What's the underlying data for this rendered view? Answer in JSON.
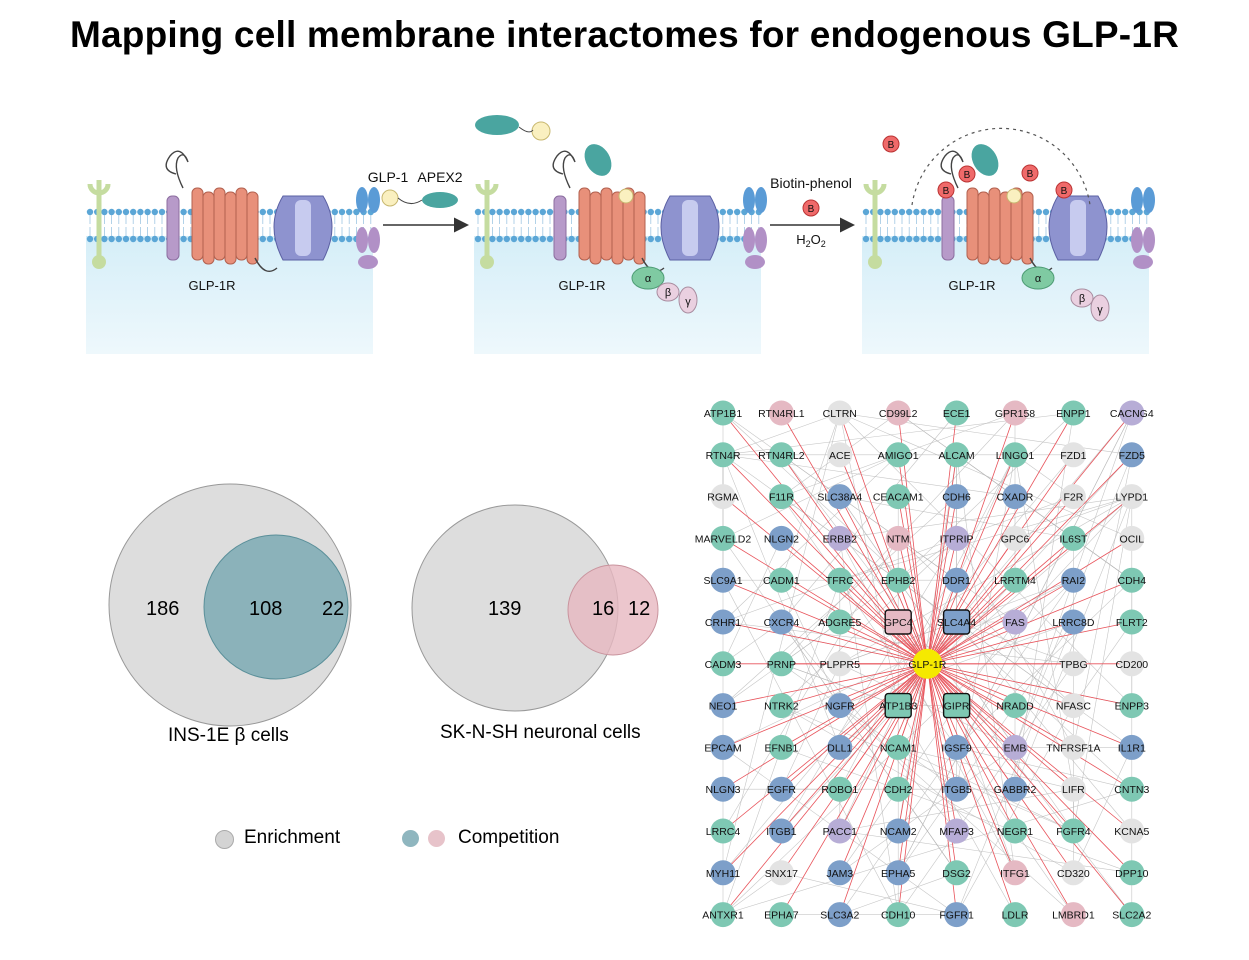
{
  "title": "Mapping cell membrane interactomes for endogenous GLP-1R",
  "schematic": {
    "receptor_label": "GLP-1R",
    "ligand_labels": [
      "GLP-1",
      "APEX2"
    ],
    "reagent_label": "Biotin-phenol",
    "oxidant_label": "H2O2",
    "biotin_glyph": "B",
    "g_protein": [
      "α",
      "β",
      "γ"
    ]
  },
  "venn": [
    {
      "label": "INS-1E β cells",
      "left_only": "186",
      "overlap": "108",
      "right_only": "22",
      "competition_color": "#6fa3ad"
    },
    {
      "label": "SK-N-SH neuronal cells",
      "left_only": "139",
      "overlap": "16",
      "right_only": "12",
      "competition_color": "#e7b8c0"
    }
  ],
  "legend": {
    "enrichment": "Enrichment",
    "competition": "Competition"
  },
  "colors": {
    "enrichment_gray": "#d4d4d4",
    "teal": "#7ec8b3",
    "blue": "#7d9fc9",
    "purple": "#b7add6",
    "pink": "#e5b9c3",
    "lightgray": "#e3e3e3",
    "hub": "#f5e900",
    "edge_red": "#e8525a",
    "edge_gray": "#b8b8b8"
  },
  "network": {
    "hub": "GLP-1R",
    "rows": [
      [
        [
          "ATP1B1",
          "t"
        ],
        [
          "RTN4RL1",
          "p"
        ],
        [
          "CLTRN",
          "g"
        ],
        [
          "CD99L2",
          "p"
        ],
        [
          "ECE1",
          "t"
        ],
        [
          "GPR158",
          "p"
        ],
        [
          "ENPP1",
          "t"
        ],
        [
          "CACNG4",
          "v"
        ]
      ],
      [
        [
          "RTN4R",
          "t"
        ],
        [
          "RTN4RL2",
          "t"
        ],
        [
          "ACE",
          "g"
        ],
        [
          "AMIGO1",
          "t"
        ],
        [
          "ALCAM",
          "t"
        ],
        [
          "LINGO1",
          "t"
        ],
        [
          "FZD1",
          "g"
        ],
        [
          "FZD5",
          "b"
        ]
      ],
      [
        [
          "RGMA",
          "g"
        ],
        [
          "F11R",
          "t"
        ],
        [
          "SLC38A4",
          "b"
        ],
        [
          "CEACAM1",
          "t"
        ],
        [
          "CDH6",
          "b"
        ],
        [
          "CXADR",
          "b"
        ],
        [
          "F2R",
          "g"
        ],
        [
          "LYPD1",
          "g"
        ]
      ],
      [
        [
          "MARVELD2",
          "t"
        ],
        [
          "NLGN2",
          "b"
        ],
        [
          "ERBB2",
          "v"
        ],
        [
          "NTM",
          "p"
        ],
        [
          "ITPRIP",
          "v"
        ],
        [
          "GPC6",
          "g"
        ],
        [
          "IL6ST",
          "t"
        ],
        [
          "OCIL",
          "g"
        ]
      ],
      [
        [
          "SLC9A1",
          "b"
        ],
        [
          "CADM1",
          "t"
        ],
        [
          "TFRC",
          "t"
        ],
        [
          "EPHB2",
          "t"
        ],
        [
          "DDR1",
          "b"
        ],
        [
          "LRRTM4",
          "t"
        ],
        [
          "RAI2",
          "b"
        ],
        [
          "CDH4",
          "t"
        ]
      ],
      [
        [
          "CRHR1",
          "b"
        ],
        [
          "CXCR4",
          "b"
        ],
        [
          "ADGRE5",
          "t"
        ],
        [
          "GPC4",
          "p",
          "box"
        ],
        [
          "SLC4A4",
          "b",
          "box"
        ],
        [
          "FAS",
          "v"
        ],
        [
          "LRRC8D",
          "b"
        ],
        [
          "FLRT2",
          "t"
        ]
      ],
      [
        [
          "CADM3",
          "t"
        ],
        [
          "PRNP",
          "t"
        ],
        [
          "PLPPR5",
          "g"
        ],
        [
          "",
          "hub"
        ],
        [
          "",
          "hub"
        ],
        [
          "",
          "hub"
        ],
        [
          "TPBG",
          "g"
        ],
        [
          "CD200",
          "g"
        ]
      ],
      [
        [
          "NEO1",
          "b"
        ],
        [
          "NTRK2",
          "t"
        ],
        [
          "NGFR",
          "b"
        ],
        [
          "ATP1B3",
          "t",
          "box"
        ],
        [
          "GIPR",
          "t",
          "box"
        ],
        [
          "NRADD",
          "t"
        ],
        [
          "NFASC",
          "g"
        ],
        [
          "ENPP3",
          "t"
        ]
      ],
      [
        [
          "EPCAM",
          "b"
        ],
        [
          "EFNB1",
          "t"
        ],
        [
          "DLL1",
          "b"
        ],
        [
          "NCAM1",
          "t"
        ],
        [
          "IGSF9",
          "b"
        ],
        [
          "EMB",
          "v"
        ],
        [
          "TNFRSF1A",
          "g"
        ],
        [
          "IL1R1",
          "b"
        ]
      ],
      [
        [
          "NLGN3",
          "b"
        ],
        [
          "EGFR",
          "b"
        ],
        [
          "ROBO1",
          "t"
        ],
        [
          "CDH2",
          "t"
        ],
        [
          "ITGB5",
          "b"
        ],
        [
          "GABBR2",
          "b"
        ],
        [
          "LIFR",
          "g"
        ],
        [
          "CNTN3",
          "t"
        ]
      ],
      [
        [
          "LRRC4",
          "t"
        ],
        [
          "ITGB1",
          "b"
        ],
        [
          "PACC1",
          "v"
        ],
        [
          "NCAM2",
          "b"
        ],
        [
          "MFAP3",
          "v"
        ],
        [
          "NEGR1",
          "t"
        ],
        [
          "FGFR4",
          "t"
        ],
        [
          "KCNA5",
          "g"
        ]
      ],
      [
        [
          "MYH11",
          "b"
        ],
        [
          "SNX17",
          "g"
        ],
        [
          "JAM3",
          "b"
        ],
        [
          "EPHA5",
          "b"
        ],
        [
          "DSG2",
          "t"
        ],
        [
          "ITFG1",
          "p"
        ],
        [
          "CD320",
          "g"
        ],
        [
          "DPP10",
          "t"
        ]
      ],
      [
        [
          "ANTXR1",
          "t"
        ],
        [
          "EPHA7",
          "t"
        ],
        [
          "SLC3A2",
          "b"
        ],
        [
          "CDH10",
          "t"
        ],
        [
          "FGFR1",
          "b"
        ],
        [
          "LDLR",
          "t"
        ],
        [
          "LMBRD1",
          "p"
        ],
        [
          "SLC2A2",
          "t"
        ]
      ]
    ]
  }
}
